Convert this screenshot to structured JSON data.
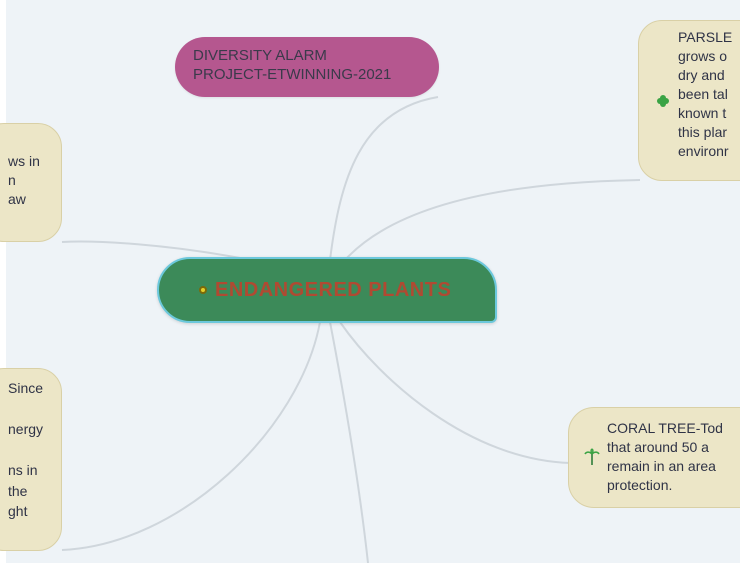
{
  "central": {
    "title": "ENDANGERED PLANTS",
    "icon": "yellow-dot-icon"
  },
  "diversity": {
    "lines": [
      "DIVERSITY ALARM",
      "PROJECT-ETWINNING-2021"
    ]
  },
  "left_top": {
    "lines": [
      "ws in",
      "n",
      "aw"
    ]
  },
  "left_bottom": {
    "lines": [
      "Since",
      "",
      "nergy",
      "",
      "ns in",
      "the",
      "ght"
    ]
  },
  "parsley": {
    "icon": "clover-icon",
    "lines": [
      "PARSLE",
      "grows o",
      "dry and",
      "been tal",
      "known t",
      "this plar",
      "environr"
    ]
  },
  "coral": {
    "icon": "palm-tree-icon",
    "lines": [
      "CORAL TREE-Tod",
      "that around 50 a",
      "remain in an area",
      "protection."
    ]
  },
  "colors": {
    "background": "#eef3f7",
    "central_fill": "#3c8a59",
    "central_text": "#b04a32",
    "central_border": "#6cc8dc",
    "diversity_fill": "#b5578f",
    "card_fill": "#ece6c7",
    "connector": "#cfd6dc"
  }
}
